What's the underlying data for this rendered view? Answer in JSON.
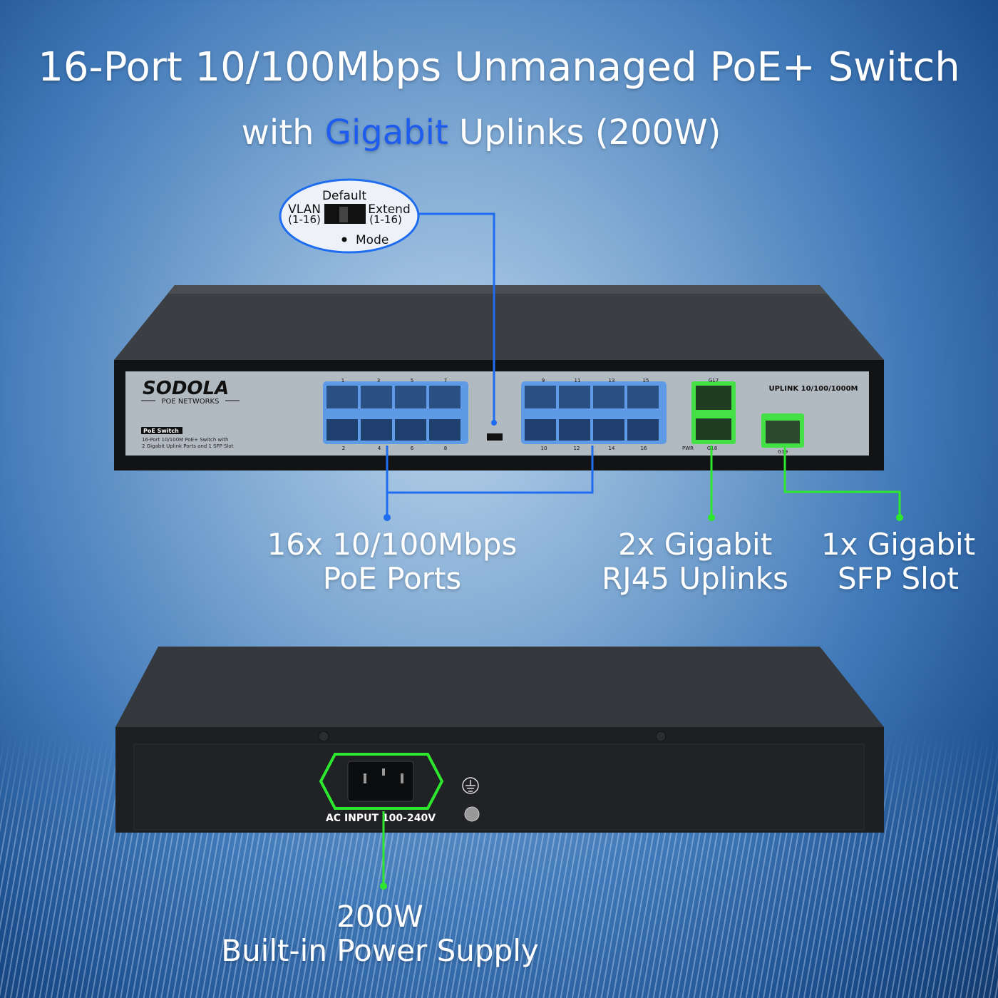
{
  "title": {
    "line1": "16-Port 10/100Mbps Unmanaged PoE+ Switch",
    "line2_prefix": "with ",
    "line2_highlight": "Gigabit",
    "line2_suffix": " Uplinks (200W)"
  },
  "callout": {
    "default": "Default",
    "vlan": "VLAN",
    "vlan_range": "(1-16)",
    "extend": "Extend",
    "extend_range": "(1-16)",
    "mode": "Mode"
  },
  "front_panel": {
    "brand": "SODOLA",
    "brand_sub": "POE NETWORKS",
    "badge": "PoE Switch",
    "desc_line1": "16-Port 10/100M PoE+ Switch with",
    "desc_line2": "2 Gigabit Uplink Ports and 1 SFP Slot",
    "top_ports_1": [
      "1",
      "3",
      "5",
      "7"
    ],
    "bottom_ports_1": [
      "2",
      "4",
      "6",
      "8"
    ],
    "top_ports_2": [
      "9",
      "11",
      "13",
      "15"
    ],
    "bottom_ports_2": [
      "10",
      "12",
      "14",
      "16"
    ],
    "g17": "G17",
    "g18": "G18",
    "pwr": "PWR",
    "sfp": "G19",
    "uplink": "UPLINK 10/100/1000M"
  },
  "features": [
    {
      "line1": "16x 10/100Mbps",
      "line2": "PoE Ports"
    },
    {
      "line1": "2x Gigabit",
      "line2": "RJ45 Uplinks"
    },
    {
      "line1": "1x Gigabit",
      "line2": "SFP Slot"
    }
  ],
  "back_panel": {
    "ac_input": "AC INPUT 100-240V"
  },
  "power": {
    "line1": "200W",
    "line2": "Built-in Power Supply"
  },
  "colors": {
    "accent_blue": "#1e5cf0",
    "accent_green": "#2ee82e"
  }
}
